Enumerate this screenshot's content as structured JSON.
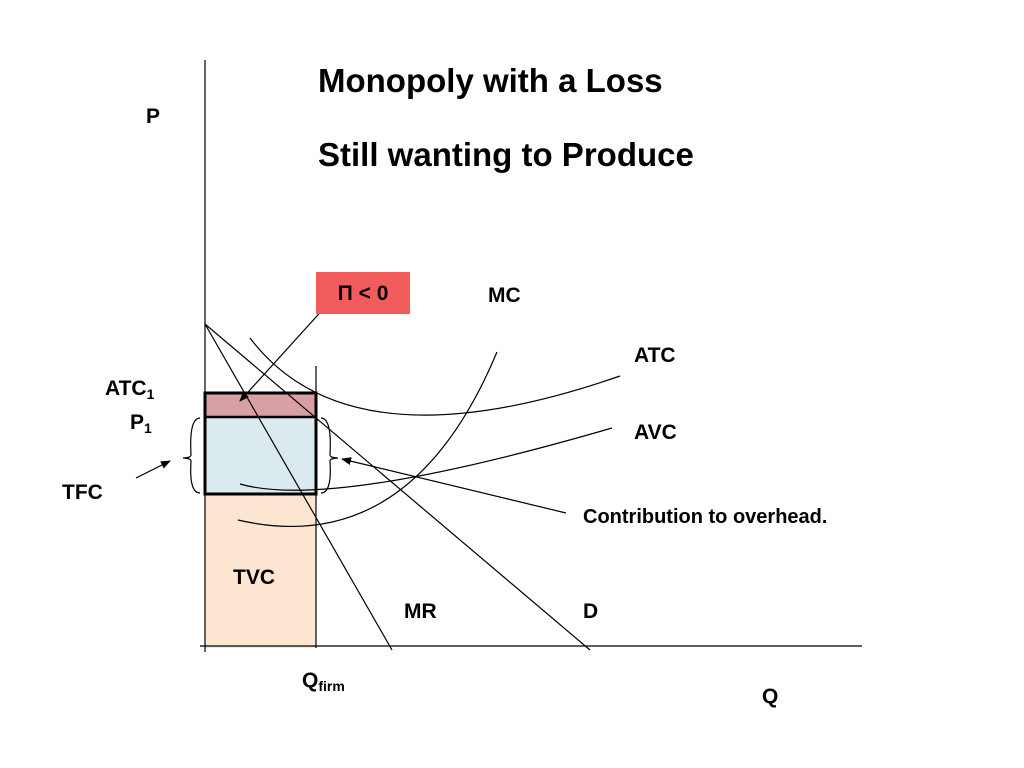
{
  "title": {
    "line1": "Monopoly with a Loss",
    "line2": "Still wanting to Produce"
  },
  "axes": {
    "y_label": "P",
    "x_label": "Q"
  },
  "labels": {
    "loss_box": "Π < 0",
    "mc": "MC",
    "atc": "ATC",
    "avc": "AVC",
    "mr": "MR",
    "demand": "D",
    "tvc": "TVC",
    "tfc": "TFC",
    "atc1_main": "ATC",
    "atc1_sub": "1",
    "p1_main": "P",
    "p1_sub": "1",
    "qfirm_main": "Q",
    "qfirm_sub": "firm",
    "contribution": "Contribution to overhead."
  },
  "colors": {
    "loss_fill": "#f25c5c",
    "loss_rect": "#d9a0a3",
    "contribution_rect": "#daeaee",
    "tvc_rect": "#fce6d2",
    "line": "#000000"
  }
}
